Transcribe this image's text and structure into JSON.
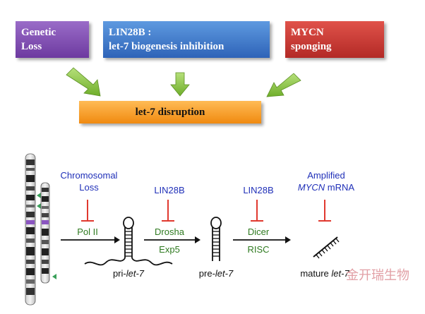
{
  "top_boxes": {
    "genetic": {
      "line1": "Genetic",
      "line2": "Loss"
    },
    "lin28b": {
      "line1": "LIN28B :",
      "line2": "let-7 biogenesis inhibition"
    },
    "mycn": {
      "line1": "MYCN",
      "line2": "sponging"
    }
  },
  "outcome_box": {
    "label": "let-7 disruption"
  },
  "pathway": {
    "inhibitors": {
      "chromosomal": {
        "line1": "Chromosomal",
        "line2": "Loss"
      },
      "lin28b_1": "LIN28B",
      "lin28b_2": "LIN28B",
      "amplified": {
        "line1": "Amplified",
        "mycn": "MYCN",
        "mrna": " mRNA"
      }
    },
    "enzymes": {
      "pol2": "Pol II",
      "drosha": "Drosha",
      "exp5": "Exp5",
      "dicer": "Dicer",
      "risc": "RISC"
    },
    "stages": {
      "pri": {
        "prefix": "pri-",
        "italic": "let-7"
      },
      "pre": {
        "prefix": "pre-",
        "italic": "let-7"
      },
      "mature": {
        "prefix": "mature ",
        "italic": "let-7"
      }
    }
  },
  "watermark": "金开瑞生物",
  "colors": {
    "purple_box": "#7a48ae",
    "blue_box": "#3d74c8",
    "red_box": "#c8342e",
    "orange_box": "#f5a030",
    "green_arrow": "#8dc63f",
    "inhibit_red": "#e0392f",
    "text_blue": "#1f2fb8",
    "text_green": "#2f7a20"
  }
}
